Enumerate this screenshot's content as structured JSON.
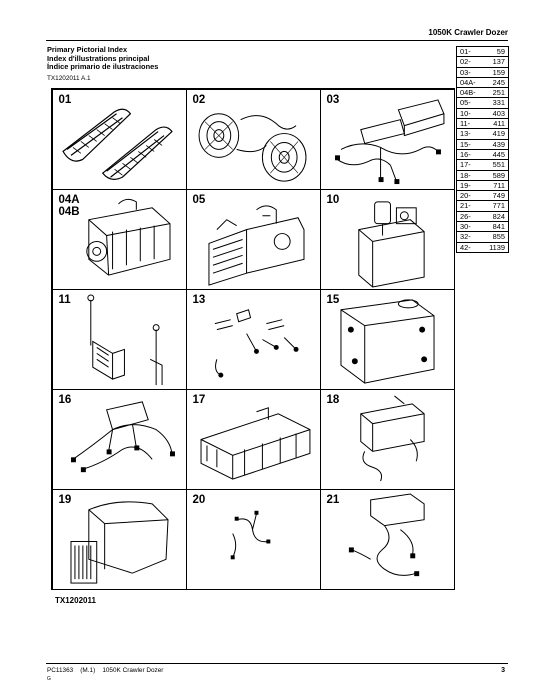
{
  "header": {
    "title": "1050K Crawler Dozer"
  },
  "titles": {
    "en": "Primary Pictorial Index",
    "fr": "Index d'illustrations principal",
    "es": "Índice primario de ilustraciones"
  },
  "figure_ref": "TX1202011 A.1",
  "index_table": [
    {
      "code": "01-",
      "page": "59"
    },
    {
      "code": "02-",
      "page": "137"
    },
    {
      "code": "03-",
      "page": "159"
    },
    {
      "code": "04A-",
      "page": "245"
    },
    {
      "code": "04B-",
      "page": "251"
    },
    {
      "code": "05-",
      "page": "331"
    },
    {
      "code": "10-",
      "page": "403"
    },
    {
      "code": "11-",
      "page": "411"
    },
    {
      "code": "13-",
      "page": "419"
    },
    {
      "code": "15-",
      "page": "439"
    },
    {
      "code": "16-",
      "page": "445"
    },
    {
      "code": "17-",
      "page": "551"
    },
    {
      "code": "18-",
      "page": "589"
    },
    {
      "code": "19-",
      "page": "711"
    },
    {
      "code": "20-",
      "page": "749"
    },
    {
      "code": "21-",
      "page": "771"
    },
    {
      "code": "26-",
      "page": "824"
    },
    {
      "code": "30-",
      "page": "841"
    },
    {
      "code": "32-",
      "page": "855"
    },
    {
      "code": "42-",
      "page": "1139"
    }
  ],
  "cells": [
    {
      "label": "01"
    },
    {
      "label": "02"
    },
    {
      "label": "03"
    },
    {
      "label": "04A\n04B"
    },
    {
      "label": "05"
    },
    {
      "label": "10"
    },
    {
      "label": "11"
    },
    {
      "label": "13"
    },
    {
      "label": "15"
    },
    {
      "label": "16"
    },
    {
      "label": "17"
    },
    {
      "label": "18"
    },
    {
      "label": "19"
    },
    {
      "label": "20"
    },
    {
      "label": "21"
    }
  ],
  "bottom_ref": "TX1202011",
  "footer": {
    "doc_id": "PC11363",
    "version": "(M.1)",
    "title": "1050K Crawler Dozer",
    "page": "3",
    "small": "G"
  }
}
